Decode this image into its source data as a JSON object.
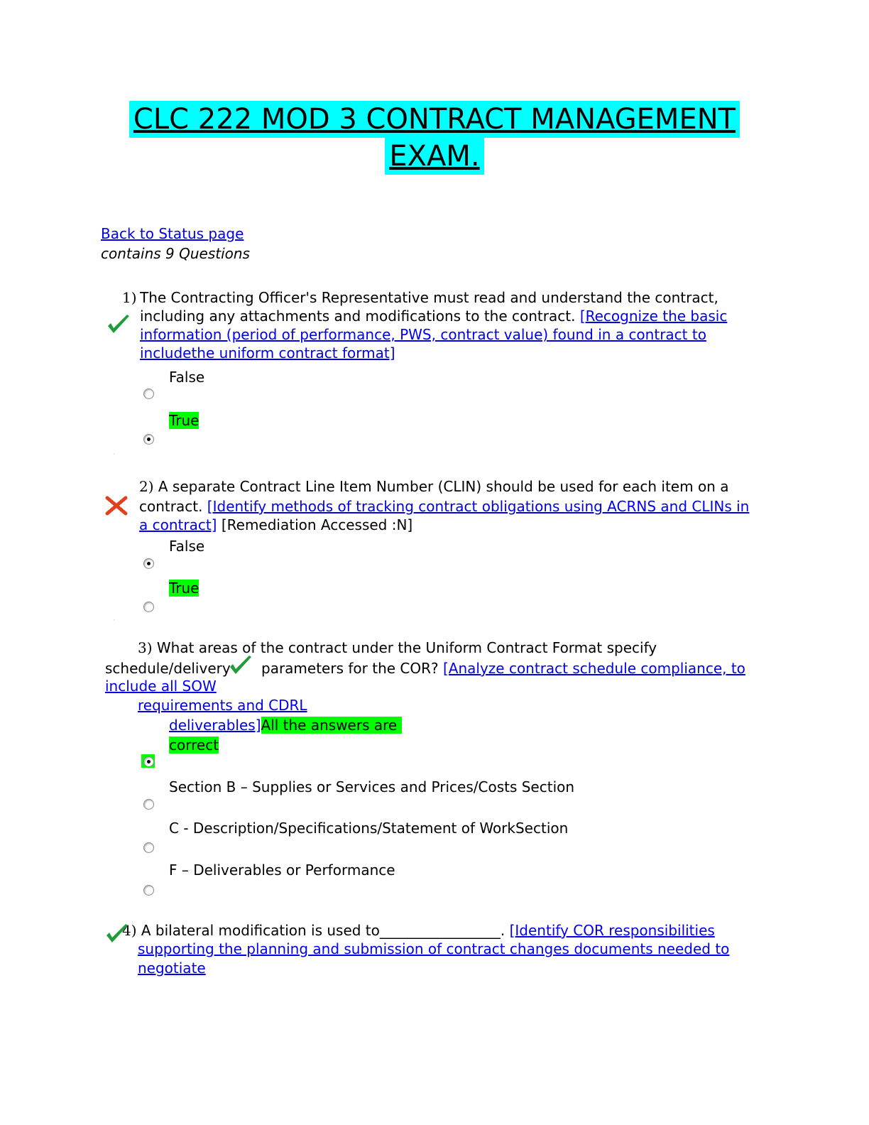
{
  "title": {
    "line1": "CLC 222 MOD 3 CONTRACT MANAGEMENT",
    "line2": "EXAM."
  },
  "nav": {
    "back_link": "Back to Status page",
    "question_count": "contains 9 Questions"
  },
  "q1": {
    "number": "1)",
    "text_l1": "The Contracting Officer's Representative must read and understand the contract,",
    "text_l2": "including any attachments and modifications to the contract.",
    "link_l2": "[Recognize the basic",
    "link_l3": "information (period of performance, PWS, contract value) found in a contract to",
    "link_l4": "includethe uniform contract format]",
    "options": [
      "False",
      "True"
    ],
    "status_icon": "check-icon"
  },
  "q2": {
    "number": "2)",
    "text_l1": "A separate Contract Line Item Number (CLIN) should be used for each item on a",
    "text_l2": "contract.",
    "link_l2": "[Identify methods of tracking contract obligations using ACRNS and CLINs in",
    "link_l3": "a contract]",
    "remediation": "[Remediation Accessed :N]",
    "options": [
      "False",
      "True"
    ],
    "status_icon": "x-icon"
  },
  "q3": {
    "number": "3)",
    "text_l1": "What areas of the contract under the Uniform Contract Format specify",
    "text_l2a": "schedule/delivery",
    "text_l2b": "parameters for the COR?",
    "link_l2": "[Analyze contract schedule compliance, to",
    "link_l3": "include all SOW",
    "link_l4": "requirements and CDRL",
    "link_l5": "deliverables]",
    "opt1_a": "All the answers are",
    "opt1_b": "correct",
    "opt2": "Section B – Supplies or Services and Prices/Costs Section",
    "opt3": "C - Description/Specifications/Statement of WorkSection",
    "opt4": "F – Deliverables or Performance",
    "status_icon": "check-icon"
  },
  "q4": {
    "number": "4)",
    "text_l1": "A bilateral modification is used to_________________.",
    "link_l1": "[Identify COR responsibilities",
    "link_l2": "supporting the planning and submission of contract changes documents needed to",
    "link_l3": "negotiate",
    "status_icon": "check-icon"
  },
  "colors": {
    "title_highlight": "#00ffff",
    "answer_highlight": "#00ff00",
    "link": "#0000ee",
    "check": "#1f9d3a",
    "cross": "#e0401a"
  }
}
